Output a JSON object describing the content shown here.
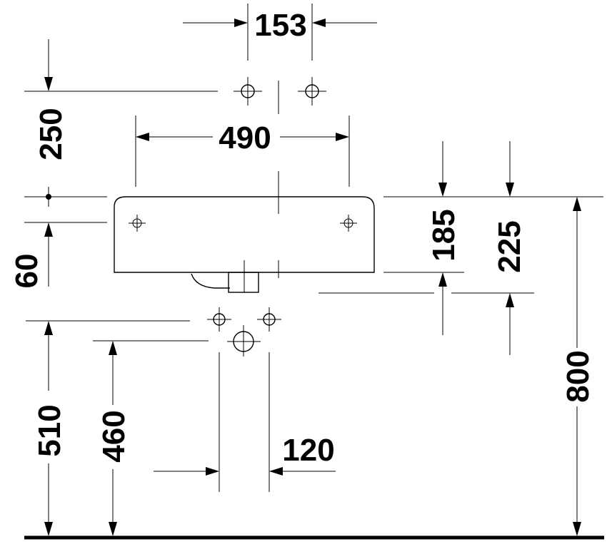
{
  "dimensions": {
    "width_top": "490",
    "tap_spacing": "153",
    "wall_height": "250",
    "bowl_to_trap": "60",
    "depth_185": "185",
    "depth_225": "225",
    "floor_height": "800",
    "supply_height": "510",
    "waste_height": "460",
    "waste_offset": "120"
  },
  "colors": {
    "line": "#000000",
    "background": "#ffffff"
  }
}
